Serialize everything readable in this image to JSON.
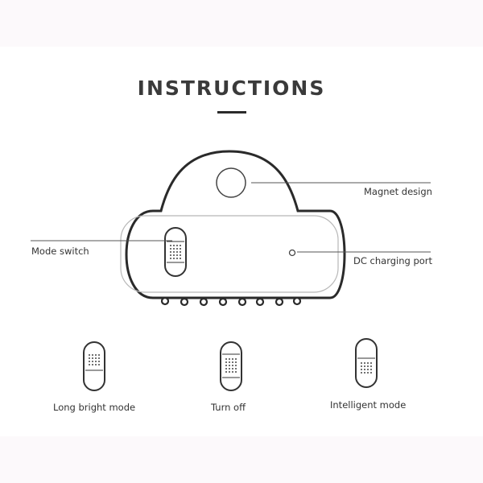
{
  "title": "INSTRUCTIONS",
  "callouts": {
    "magnet": "Magnet design",
    "mode_switch": "Mode switch",
    "dc_port": "DC charging port"
  },
  "modes": [
    {
      "label": "Long bright mode",
      "slider_position": "top"
    },
    {
      "label": "Turn off",
      "slider_position": "middle"
    },
    {
      "label": "Intelligent mode",
      "slider_position": "bottom"
    }
  ],
  "colors": {
    "outline": "#2a2a2a",
    "text": "#333333",
    "band": "#fcf9fb"
  }
}
